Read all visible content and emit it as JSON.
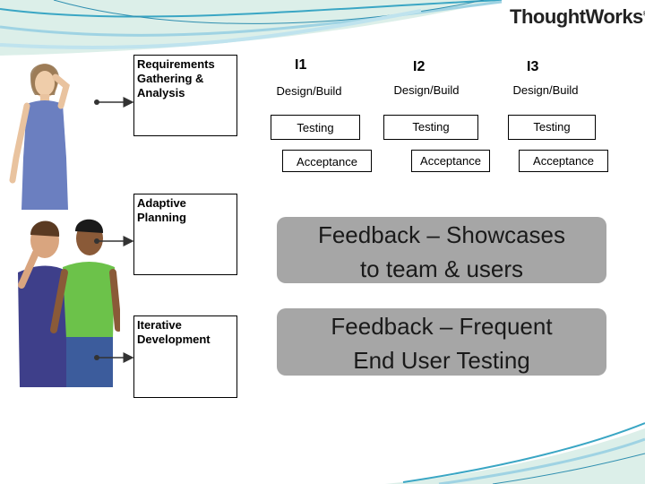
{
  "logo": {
    "text": "ThoughtWorks",
    "mark": "®"
  },
  "practices": [
    {
      "label": "Requirements\nGathering &\nAnalysis"
    },
    {
      "label": "Adaptive\nPlanning"
    },
    {
      "label": "Iterative\nDevelopment"
    }
  ],
  "iterations": [
    {
      "name": "I1",
      "design": "Design/Build",
      "testing": "Testing",
      "acceptance": "Acceptance"
    },
    {
      "name": "I2",
      "design": "Design/Build",
      "testing": "Testing",
      "acceptance": "Acceptance"
    },
    {
      "name": "I3",
      "design": "Design/Build",
      "testing": "Testing",
      "acceptance": "Acceptance"
    }
  ],
  "feedback": [
    {
      "text": "Feedback – Showcases\nto team & users"
    },
    {
      "text": "Feedback – Frequent\nEnd User Testing"
    }
  ],
  "colors": {
    "feedback_fill": "#a6a6a6",
    "swoosh": "#3aa6c4"
  }
}
